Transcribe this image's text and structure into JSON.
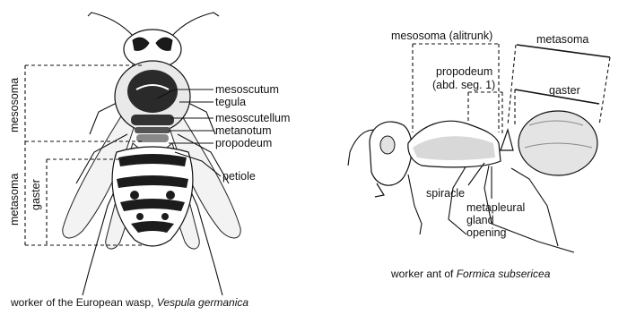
{
  "wasp": {
    "labels": {
      "mesoscutum": "mesoscutum",
      "tegula": "tegula",
      "mesoscutellum": "mesoscutellum",
      "metanotum": "metanotum",
      "propodeum": "propodeum",
      "petiole": "petiole",
      "mesosoma": "mesosoma",
      "metasoma": "metasoma",
      "gaster": "gaster"
    },
    "caption_prefix": "worker of the European wasp, ",
    "caption_species": "Vespula germanica"
  },
  "ant": {
    "labels": {
      "mesosoma": "mesosoma (alitrunk)",
      "metasoma": "metasoma",
      "propodeum_line1": "propodeum",
      "propodeum_line2": "(abd. seg. 1)",
      "gaster": "gaster",
      "spiracle": "spiracle",
      "metapleural_line1": "metapleural",
      "metapleural_line2": "gland",
      "metapleural_line3": "opening"
    },
    "caption_prefix": "worker ant of ",
    "caption_species": "Formica subsericea"
  }
}
